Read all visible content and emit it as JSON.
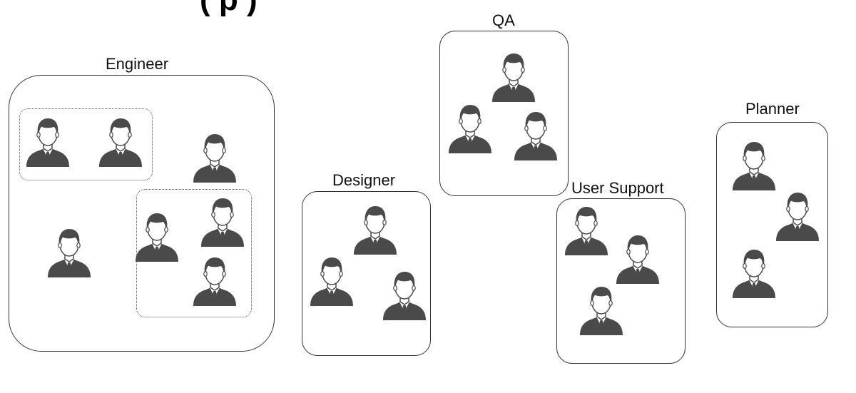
{
  "header": {
    "title_partial": "(      p                    )"
  },
  "groups": [
    {
      "id": "engineer",
      "label": "Engineer"
    },
    {
      "id": "designer",
      "label": "Designer"
    },
    {
      "id": "qa",
      "label": "QA"
    },
    {
      "id": "user-support",
      "label": "User Support"
    },
    {
      "id": "planner",
      "label": "Planner"
    }
  ],
  "icons": {
    "person": "person-icon",
    "color": "#4a4a4a"
  }
}
